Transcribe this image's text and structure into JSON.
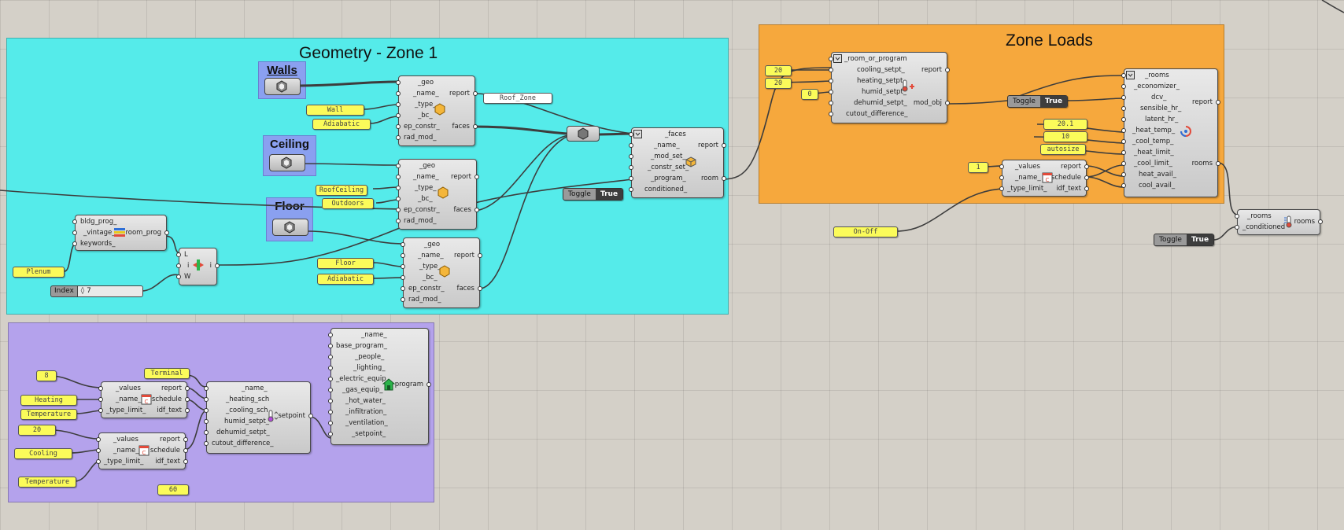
{
  "groups": {
    "geometry_title": "Geometry -  Zone 1",
    "zone_loads_title": "Zone Loads",
    "walls": "Walls",
    "ceiling": "Ceiling",
    "floor": "Floor"
  },
  "face_walls": {
    "inputs": [
      "_geo",
      "_name_",
      "_type_",
      "_bc_",
      "ep_constr_",
      "rad_mod_"
    ],
    "outputs": [
      "report",
      "faces"
    ]
  },
  "face_ceiling": {
    "inputs": [
      "_geo",
      "_name_",
      "_type_",
      "_bc_",
      "ep_constr_",
      "rad_mod_"
    ],
    "outputs": [
      "report",
      "faces"
    ]
  },
  "face_floor": {
    "inputs": [
      "_geo",
      "_name_",
      "_type_",
      "_bc_",
      "ep_constr_",
      "rad_mod_"
    ],
    "outputs": [
      "report",
      "faces"
    ]
  },
  "room_from_faces": {
    "inputs": [
      "_faces",
      "_name_",
      "_mod_set_",
      "_constr_set_",
      "_program_",
      "conditioned_"
    ],
    "outputs": [
      "report",
      "room"
    ]
  },
  "room_prog": {
    "inputs": [
      "bldg_prog_",
      "_vintage_",
      "keywords_"
    ],
    "outputs": [
      "room_prog"
    ]
  },
  "list_item": {
    "inputs": [
      "L",
      "i",
      "W"
    ],
    "outputs": [
      "i"
    ]
  },
  "setpoint_comp": {
    "inputs": [
      "_room_or_program",
      "cooling_setpt_",
      "heating_setpt_",
      "humid_setpt_",
      "dehumid_setpt_",
      "cutout_difference_"
    ],
    "outputs": [
      "report",
      "mod_obj"
    ]
  },
  "ideal_air": {
    "inputs": [
      "_rooms",
      "_economizer_",
      "dcv_",
      "sensible_hr_",
      "latent_hr_",
      "_heat_temp_",
      "_cool_temp_",
      "_heat_limit_",
      "_cool_limit_",
      "heat_avail_",
      "cool_avail_"
    ],
    "outputs": [
      "report",
      "rooms"
    ]
  },
  "schedule_zone": {
    "inputs": [
      "_values",
      "_name_",
      "_type_limit_"
    ],
    "outputs": [
      "report",
      "schedule",
      "idf_text"
    ]
  },
  "schedule_heat": {
    "inputs": [
      "_values",
      "_name_",
      "_type_limit_"
    ],
    "outputs": [
      "report",
      "schedule",
      "idf_text"
    ]
  },
  "schedule_cool": {
    "inputs": [
      "_values",
      "_name_",
      "_type_limit_"
    ],
    "outputs": [
      "report",
      "schedule",
      "idf_text"
    ]
  },
  "setpoint_prog": {
    "inputs": [
      "_name_",
      "_heating_sch",
      "_cooling_sch",
      "humid_setpt_",
      "dehumid_setpt_",
      "cutout_difference_"
    ],
    "outputs": [
      "setpoint"
    ]
  },
  "program_comp": {
    "inputs": [
      "_name_",
      "base_program_",
      "_people_",
      "_lighting_",
      "_electric_equip_",
      "_gas_equip_",
      "_hot_water_",
      "_infiltration_",
      "_ventilation_",
      "_setpoint_"
    ],
    "outputs": [
      "program"
    ]
  },
  "conditioned": {
    "inputs": [
      "_rooms",
      "_conditioned"
    ],
    "outputs": [
      "rooms"
    ]
  },
  "panels": {
    "wall": "Wall",
    "adiabatic1": "Adiabatic",
    "roof_zone": "Roof_Zone",
    "roofceiling": "RoofCeiling",
    "outdoors": "Outdoors",
    "floor": "Floor",
    "adiabatic2": "Adiabatic",
    "plenum": "Plenum",
    "cool20": "20",
    "heat20": "20",
    "zero": "0",
    "heat_temp": "20.1",
    "cool_temp": "10",
    "heat_limit": "autosize",
    "one": "1",
    "onoff": "On-Off",
    "eight": "8",
    "heating": "Heating",
    "temperature1": "Temperature",
    "terminal": "Terminal",
    "twenty": "20",
    "cooling": "Cooling",
    "temperature2": "Temperature",
    "sixty": "60"
  },
  "slider": {
    "label": "Index",
    "value": "◊ 7"
  },
  "toggles": {
    "label": "Toggle",
    "value": "True"
  },
  "colors": {
    "cyan_group": "#55ebea",
    "orange_group": "#f6a83d",
    "purple_group": "#b4a2ec",
    "sub_group": "#8aa0f0",
    "panel": "#fbfb5a"
  }
}
